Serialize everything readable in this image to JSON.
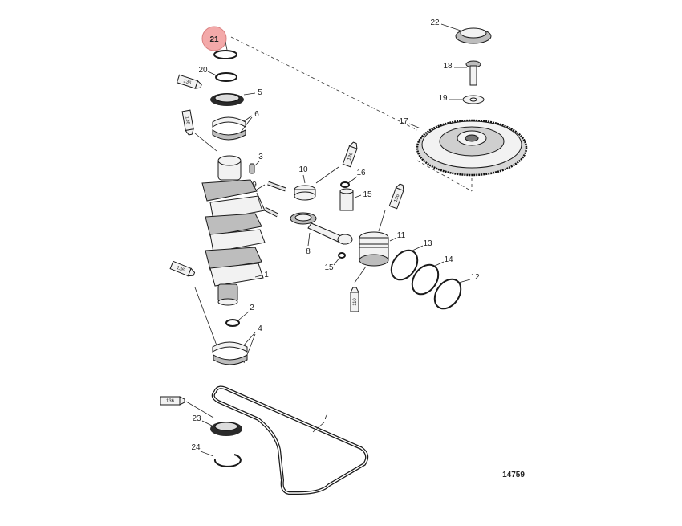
{
  "diagram": {
    "drawing_number": "14759",
    "highlight_color": "#f3a9a9",
    "callouts": {
      "c1": "1",
      "c2": "2",
      "c3": "3",
      "c4": "4",
      "c5": "5",
      "c6": "6",
      "c7": "7",
      "c8": "8",
      "c9": "9",
      "c10": "10",
      "c11": "11",
      "c12": "12",
      "c13": "13",
      "c14": "14",
      "c15a": "15",
      "c15b": "15",
      "c16": "16",
      "c17": "17",
      "c18": "18",
      "c19": "19",
      "c20": "20",
      "c21": "21",
      "c22": "22",
      "c23": "23",
      "c24": "24"
    },
    "tubes": {
      "t1": "136",
      "t2": "136",
      "t3": "136",
      "t4": "136",
      "t5": "136",
      "t6": "136",
      "t7": "110"
    }
  }
}
